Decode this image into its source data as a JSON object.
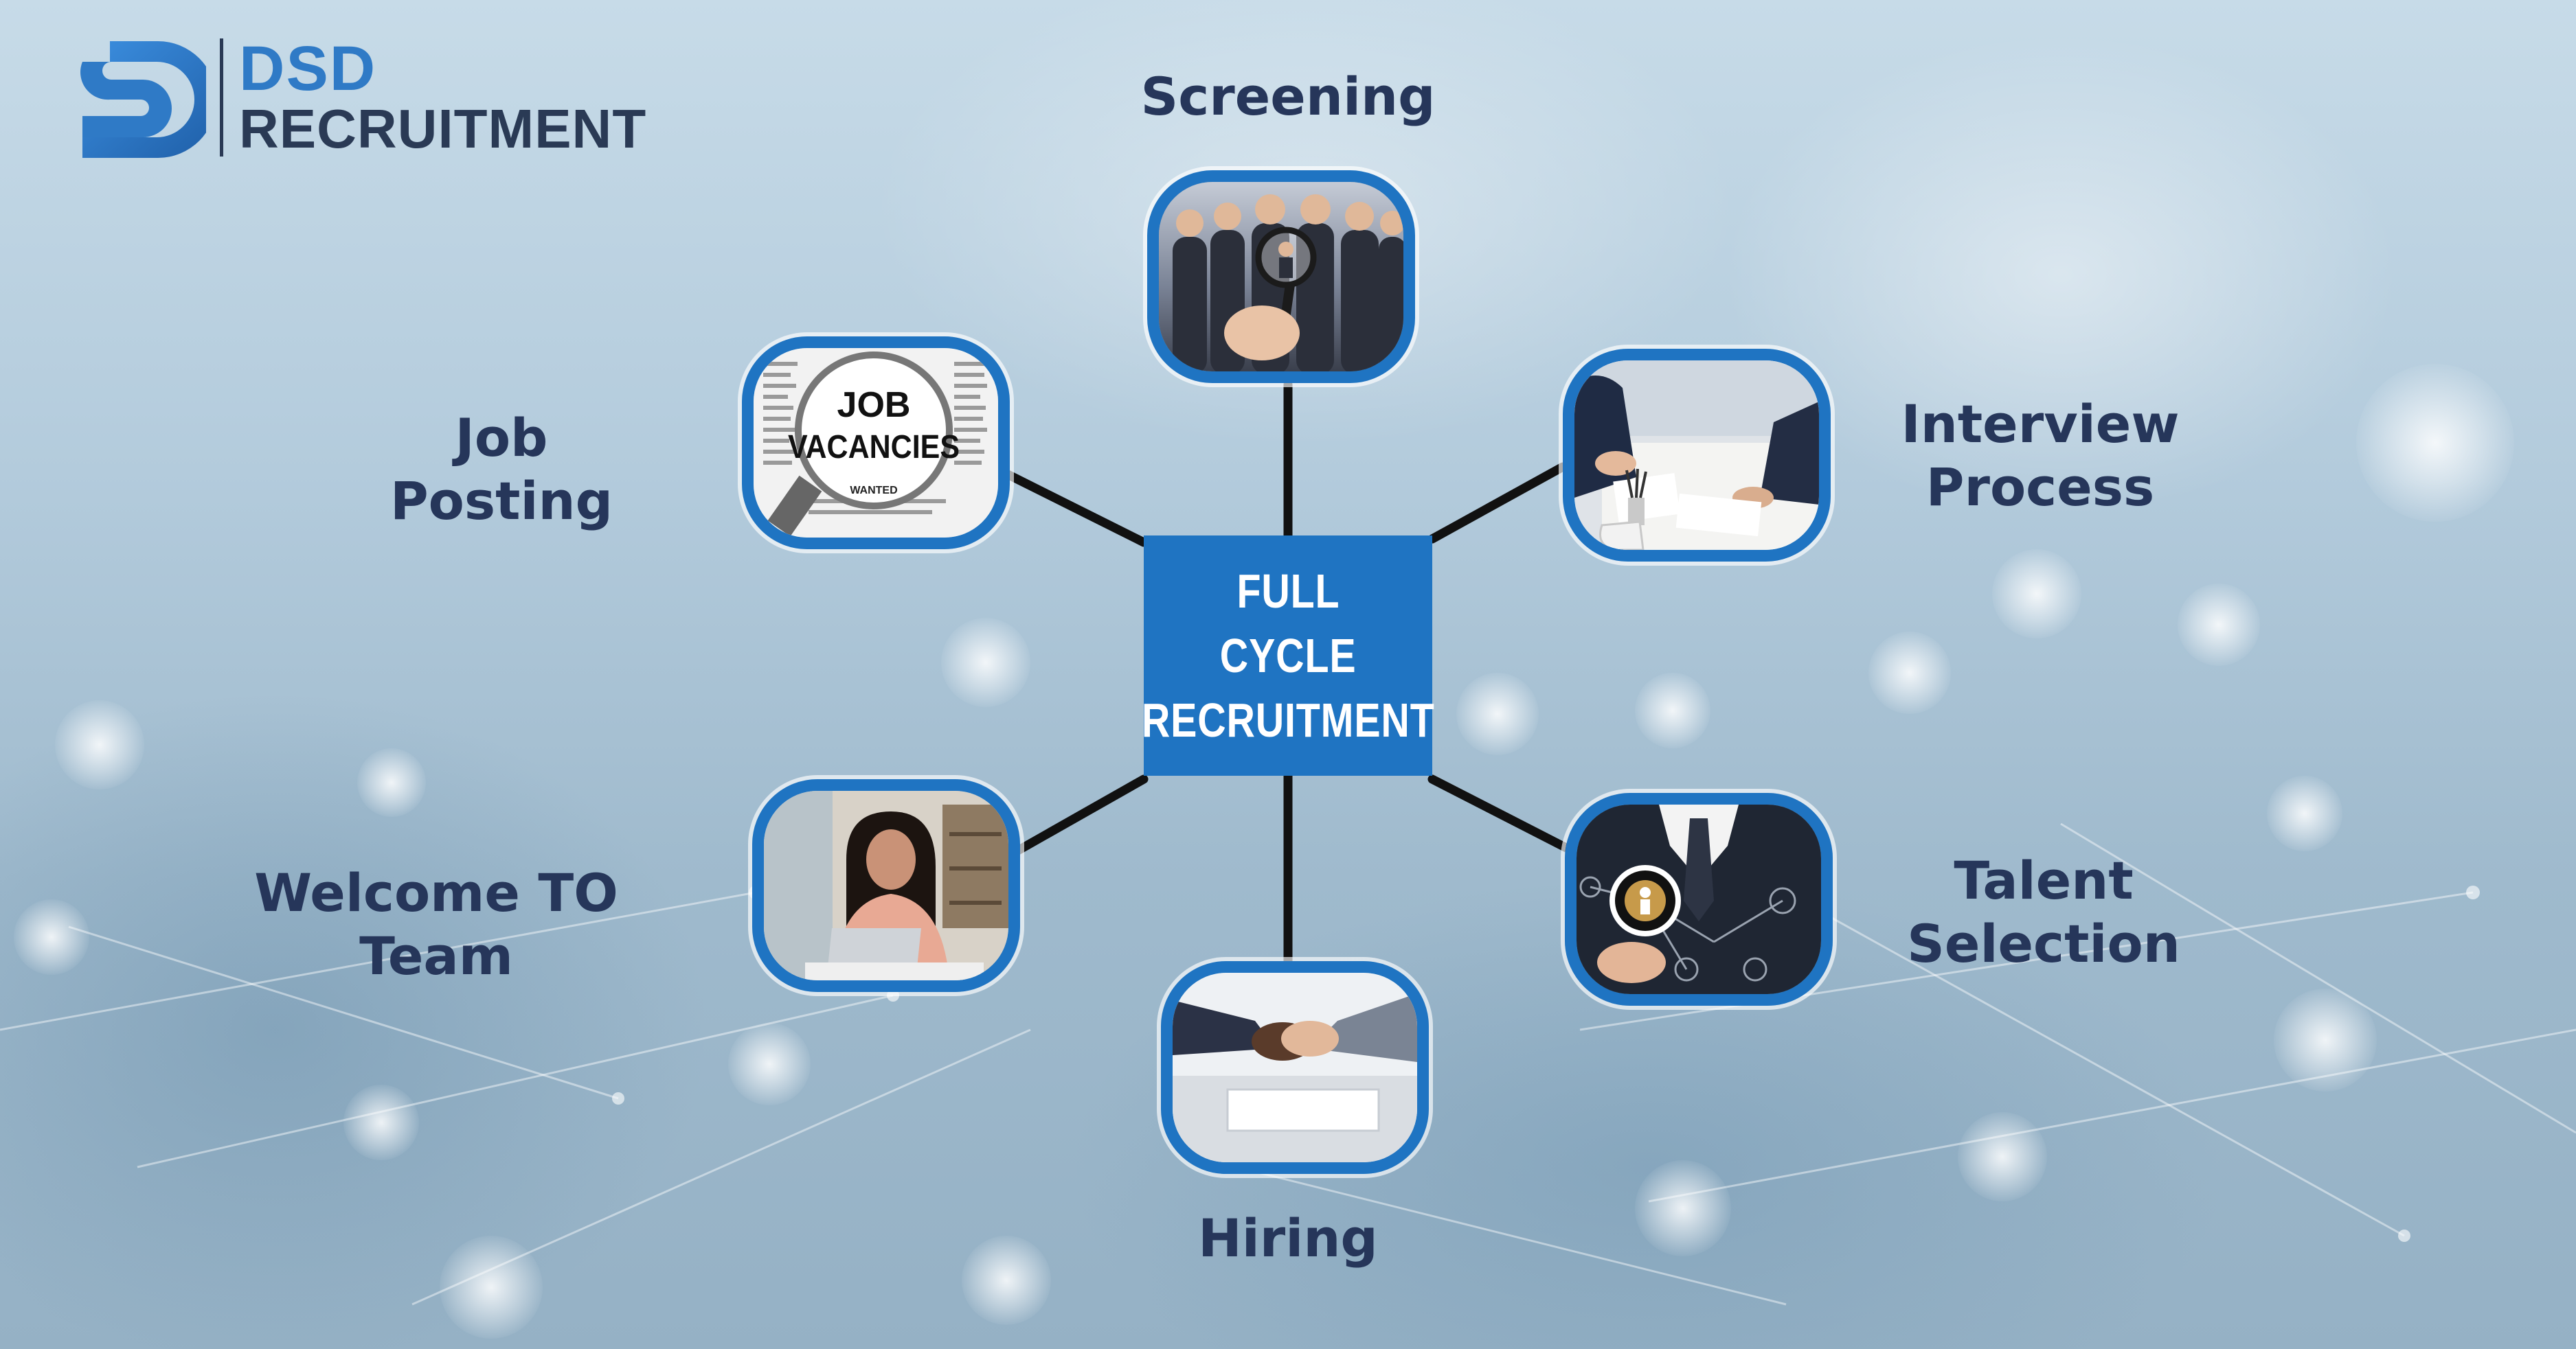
{
  "brand": {
    "name_top": "DSD",
    "name_bottom": "RECRUITMENT",
    "colors": {
      "blue": "#2f7ac6",
      "navy": "#2a3a55"
    }
  },
  "hub": {
    "lines": [
      "FULL",
      "CYCLE",
      "RECRUITMENT"
    ],
    "color": "#1f74c2"
  },
  "stages": [
    {
      "id": "screening",
      "lines": [
        "Screening"
      ]
    },
    {
      "id": "job-posting",
      "lines": [
        "Job",
        "Posting"
      ],
      "image_text": [
        "JOB",
        "VACANCIES",
        "WANTED"
      ]
    },
    {
      "id": "interview-process",
      "lines": [
        "Interview",
        "Process"
      ]
    },
    {
      "id": "welcome-to-team",
      "lines": [
        "Welcome TO",
        "Team"
      ]
    },
    {
      "id": "talent-selection",
      "lines": [
        "Talent",
        "Selection"
      ]
    },
    {
      "id": "hiring",
      "lines": [
        "Hiring"
      ]
    }
  ],
  "colors": {
    "label": "#26365a",
    "frame": "#1f74c2",
    "connector": "#111111"
  }
}
